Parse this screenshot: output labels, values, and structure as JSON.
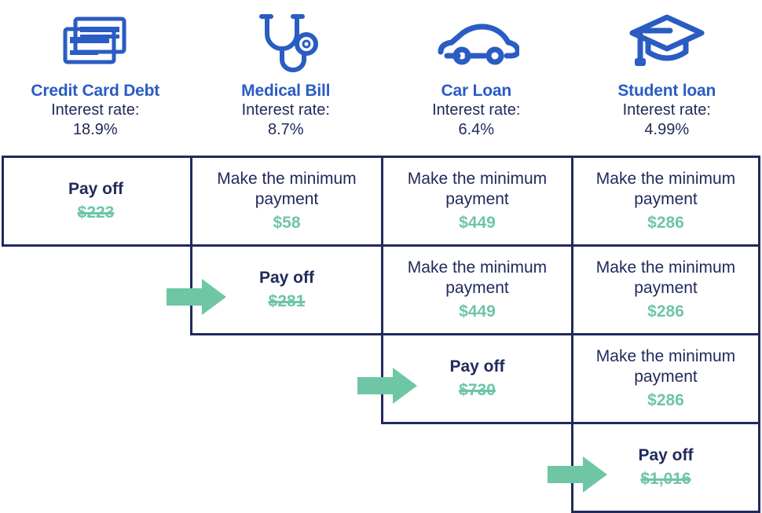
{
  "colors": {
    "title_blue": "#2a5cc4",
    "text_navy": "#212a5c",
    "amount_green": "#6ec6a4",
    "border_navy": "#212a5c",
    "background": "#ffffff"
  },
  "headers": [
    {
      "icon": "credit-cards-icon",
      "title": "Credit Card Debt",
      "rate_label": "Interest rate:",
      "rate_value": "18.9%"
    },
    {
      "icon": "stethoscope-icon",
      "title": "Medical Bill",
      "rate_label": "Interest rate:",
      "rate_value": "8.7%"
    },
    {
      "icon": "car-icon",
      "title": "Car Loan",
      "rate_label": "Interest rate:",
      "rate_value": "6.4%"
    },
    {
      "icon": "graduation-cap-icon",
      "title": "Student loan",
      "rate_label": "Interest rate:",
      "rate_value": "4.99%"
    }
  ],
  "labels": {
    "pay_off": "Pay off",
    "minimum_payment": "Make the minimum\npayment"
  },
  "rows": [
    {
      "step": 1,
      "cells": [
        {
          "column": "Credit Card Debt",
          "action": "Pay off",
          "amount": "$223",
          "struck": true,
          "empty": false
        },
        {
          "column": "Medical Bill",
          "action": "Make the minimum payment",
          "amount": "$58",
          "struck": false,
          "empty": false
        },
        {
          "column": "Car Loan",
          "action": "Make the minimum payment",
          "amount": "$449",
          "struck": false,
          "empty": false
        },
        {
          "column": "Student loan",
          "action": "Make the minimum payment",
          "amount": "$286",
          "struck": false,
          "empty": false
        }
      ]
    },
    {
      "step": 2,
      "cells": [
        {
          "column": "Credit Card Debt",
          "action": "",
          "amount": "",
          "struck": false,
          "empty": true
        },
        {
          "column": "Medical Bill",
          "action": "Pay off",
          "amount": "$281",
          "struck": true,
          "empty": false
        },
        {
          "column": "Car Loan",
          "action": "Make the minimum payment",
          "amount": "$449",
          "struck": false,
          "empty": false
        },
        {
          "column": "Student loan",
          "action": "Make the minimum payment",
          "amount": "$286",
          "struck": false,
          "empty": false
        }
      ]
    },
    {
      "step": 3,
      "cells": [
        {
          "column": "Credit Card Debt",
          "action": "",
          "amount": "",
          "struck": false,
          "empty": true
        },
        {
          "column": "Medical Bill",
          "action": "",
          "amount": "",
          "struck": false,
          "empty": true
        },
        {
          "column": "Car Loan",
          "action": "Pay off",
          "amount": "$730",
          "struck": true,
          "empty": false
        },
        {
          "column": "Student loan",
          "action": "Make the minimum payment",
          "amount": "$286",
          "struck": false,
          "empty": false
        }
      ]
    },
    {
      "step": 4,
      "cells": [
        {
          "column": "Credit Card Debt",
          "action": "",
          "amount": "",
          "struck": false,
          "empty": true
        },
        {
          "column": "Medical Bill",
          "action": "",
          "amount": "",
          "struck": false,
          "empty": true
        },
        {
          "column": "Car Loan",
          "action": "",
          "amount": "",
          "struck": false,
          "empty": true
        },
        {
          "column": "Student loan",
          "action": "Pay off",
          "amount": "$1,016",
          "struck": true,
          "empty": false
        }
      ]
    }
  ],
  "arrows": [
    {
      "name": "arrow-to-medical-bill-payoff",
      "points_to": "Medical Bill"
    },
    {
      "name": "arrow-to-car-loan-payoff",
      "points_to": "Car Loan"
    },
    {
      "name": "arrow-to-student-loan-payoff",
      "points_to": "Student loan"
    }
  ]
}
